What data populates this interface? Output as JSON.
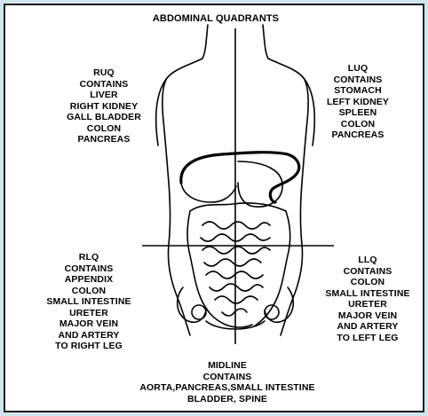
{
  "title": "ABDOMINAL QUADRANTS",
  "quadrants": {
    "ruq": {
      "name": "RUQ",
      "header": "CONTAINS",
      "organs": [
        "LIVER",
        "RIGHT KIDNEY",
        "GALL BLADDER",
        "COLON",
        "PANCREAS"
      ]
    },
    "luq": {
      "name": "LUQ",
      "header": "CONTAINS",
      "organs": [
        "STOMACH",
        "LEFT KIDNEY",
        "SPLEEN",
        "COLON",
        "PANCREAS"
      ]
    },
    "rlq": {
      "name": "RLQ",
      "header": "CONTAINS",
      "organs": [
        "APPENDIX",
        "COLON",
        "SMALL INTESTINE",
        "URETER",
        "MAJOR VEIN",
        "AND ARTERY",
        "TO RIGHT LEG"
      ]
    },
    "llq": {
      "name": "LLQ",
      "header": "CONTAINS",
      "organs": [
        "COLON",
        "SMALL INTESTINE",
        "URETER",
        "MAJOR VEIN",
        "AND ARTERY",
        "TO LEFT LEG"
      ]
    }
  },
  "midline": {
    "name": "MIDLINE",
    "header": "CONTAINS",
    "organs": [
      "AORTA,PANCREAS,SMALL INTESTINE",
      "BLADDER, SPINE"
    ]
  },
  "colors": {
    "frame": "#cfe6ec",
    "ink": "#000000",
    "background": "#ffffff"
  }
}
